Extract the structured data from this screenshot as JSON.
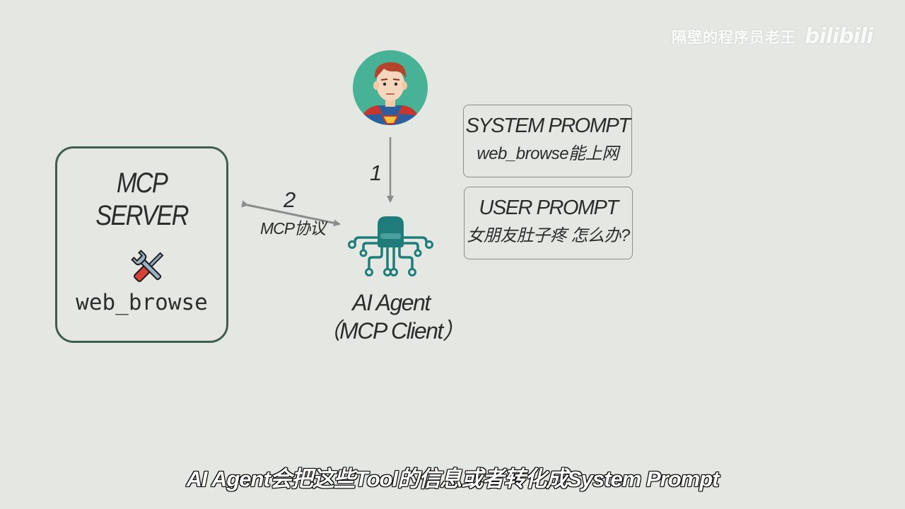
{
  "watermark": {
    "author": "隔壁的程序员老王",
    "logo": "bilibili"
  },
  "mcp_server": {
    "title_line1": "MCP",
    "title_line2": "SERVER",
    "tool_icon": "wrench-screwdriver-icon",
    "tool_name": "web_browse"
  },
  "user": {
    "avatar_icon": "superman-avatar-icon"
  },
  "arrows": {
    "user_to_agent_label": "1",
    "server_agent_label": "2",
    "server_agent_protocol": "MCP协议"
  },
  "agent": {
    "icon": "octopus-agent-icon",
    "label_line1": "AI Agent",
    "label_line2": "（MCP Client）"
  },
  "system_prompt": {
    "heading": "SYSTEM PROMPT",
    "body": "web_browse能上网"
  },
  "user_prompt": {
    "heading": "USER PROMPT",
    "body": "女朋友肚子疼 怎么办?"
  },
  "subtitle": "AI Agent会把这些Tool的信息或者转化成System Prompt",
  "colors": {
    "background": "#e5e8e2",
    "server_border": "#3f5e4d",
    "agent_teal": "#1e7d7a",
    "avatar_bg": "#47b295",
    "arrow_gray": "#8c8c8c"
  }
}
